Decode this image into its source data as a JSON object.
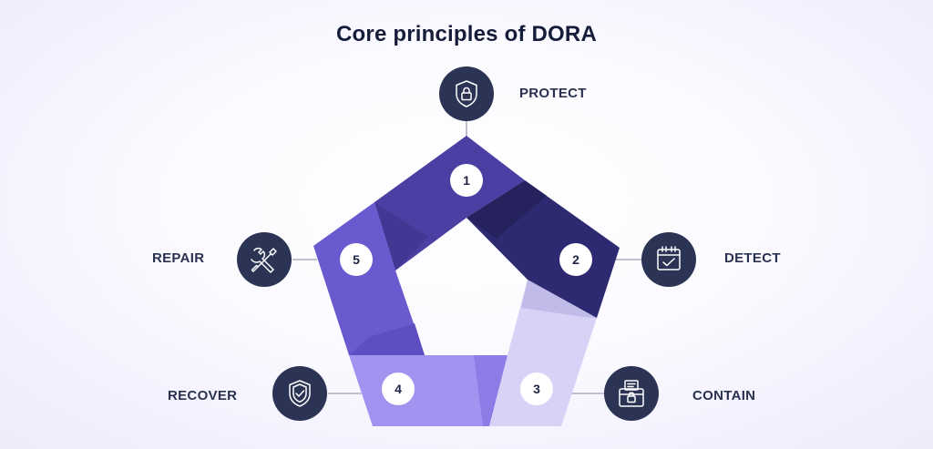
{
  "title": "Core principles of DORA",
  "principles": [
    {
      "number": "1",
      "label": "PROTECT",
      "icon": "shield-lock-icon"
    },
    {
      "number": "2",
      "label": "DETECT",
      "icon": "calendar-check-icon"
    },
    {
      "number": "3",
      "label": "CONTAIN",
      "icon": "lockbox-icon"
    },
    {
      "number": "4",
      "label": "RECOVER",
      "icon": "shield-check-icon"
    },
    {
      "number": "5",
      "label": "REPAIR",
      "icon": "tools-icon"
    }
  ],
  "colors": {
    "icon_circle": "#2c3455",
    "segment_1": "#4c3fa3",
    "segment_2": "#2e2a72",
    "segment_3": "#d6d3f7",
    "segment_4": "#a194f1",
    "segment_5": "#6a5acf"
  }
}
